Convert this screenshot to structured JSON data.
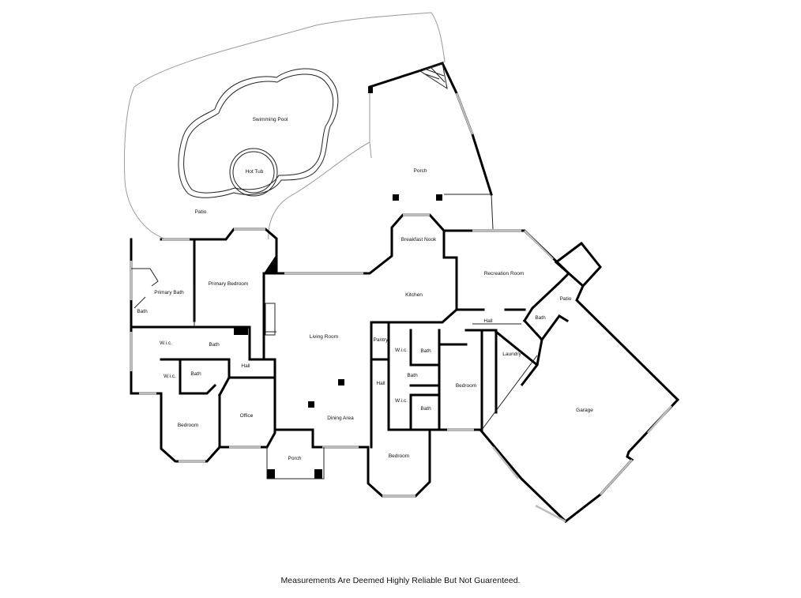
{
  "rooms": [
    {
      "id": "swimming-pool",
      "label": "Swimming Pool"
    },
    {
      "id": "hot-tub",
      "label": "Hot Tub"
    },
    {
      "id": "patio-pool",
      "label": "Patio"
    },
    {
      "id": "porch-rear",
      "label": "Porch"
    },
    {
      "id": "breakfast-nook",
      "label": "Breakfast Nook"
    },
    {
      "id": "kitchen",
      "label": "Kitchen"
    },
    {
      "id": "recreation-room",
      "label": "Recreation Room"
    },
    {
      "id": "patio-side",
      "label": "Patio"
    },
    {
      "id": "hall-east",
      "label": "Hall"
    },
    {
      "id": "bath-east",
      "label": "Bath"
    },
    {
      "id": "laundry",
      "label": "Laundry"
    },
    {
      "id": "garage",
      "label": "Garage"
    },
    {
      "id": "bedroom-east",
      "label": "Bedroom"
    },
    {
      "id": "pantry",
      "label": "Pantry"
    },
    {
      "id": "wic-east-1",
      "label": "W.i.c."
    },
    {
      "id": "bath-east-1",
      "label": "Bath"
    },
    {
      "id": "hall-center",
      "label": "Hall"
    },
    {
      "id": "bath-east-2",
      "label": "Bath"
    },
    {
      "id": "wic-east-2",
      "label": "W.i.c."
    },
    {
      "id": "bath-east-3",
      "label": "Bath"
    },
    {
      "id": "bedroom-south",
      "label": "Bedroom"
    },
    {
      "id": "living-room",
      "label": "Living Room"
    },
    {
      "id": "dining-area",
      "label": "Dining Area"
    },
    {
      "id": "porch-front",
      "label": "Porch"
    },
    {
      "id": "office",
      "label": "Office"
    },
    {
      "id": "hall-west",
      "label": "Hall"
    },
    {
      "id": "bath-west-1",
      "label": "Bath"
    },
    {
      "id": "bath-west-2",
      "label": "Bath"
    },
    {
      "id": "wic-west-2",
      "label": "W.i.c."
    },
    {
      "id": "bedroom-west",
      "label": "Bedroom"
    },
    {
      "id": "primary-bedroom",
      "label": "Primary Bedroom"
    },
    {
      "id": "primary-bath",
      "label": "Primary Bath"
    },
    {
      "id": "bath-west-3",
      "label": "Bath"
    },
    {
      "id": "wic-primary",
      "label": "W.i.c."
    }
  ],
  "disclaimer": "Measurements Are Deemed Highly Reliable But Not Guarenteed."
}
